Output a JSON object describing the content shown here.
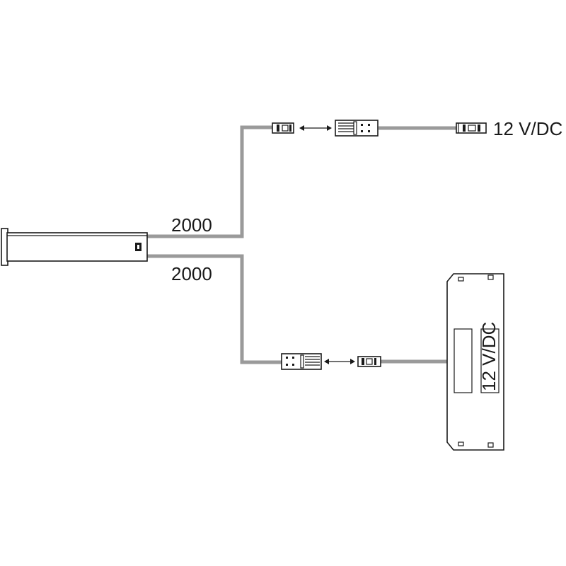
{
  "diagram": {
    "cable_length_upper": "2000",
    "cable_length_lower": "2000",
    "voltage_upper": "12 V/DC",
    "voltage_driver": "12 V/DC"
  },
  "colors": {
    "cable": "#9a9a9a",
    "line": "#1a1a1a",
    "background": "#ffffff"
  }
}
